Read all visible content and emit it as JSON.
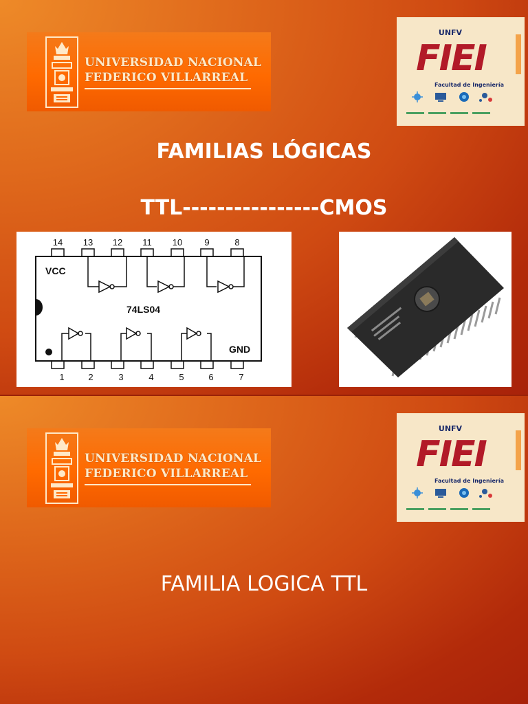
{
  "slide1": {
    "university": {
      "line1": "UNIVERSIDAD NACIONAL",
      "line2": "FEDERICO VILLARREAL"
    },
    "fiei": {
      "top": "UNFV",
      "name": "FIEI",
      "subtitle": "Facultad de Ingeniería"
    },
    "title": "FAMILIAS LÓGICAS",
    "subtitle": "TTL----------------CMOS",
    "diagram": {
      "top_pins": [
        "14",
        "13",
        "12",
        "11",
        "10",
        "9",
        "8"
      ],
      "bottom_pins": [
        "1",
        "2",
        "3",
        "4",
        "5",
        "6",
        "7"
      ],
      "vcc_label": "VCC",
      "gnd_label": "GND",
      "chip_label": "74LS04"
    }
  },
  "slide2": {
    "university": {
      "line1": "UNIVERSIDAD NACIONAL",
      "line2": "FEDERICO VILLARREAL"
    },
    "fiei": {
      "top": "UNFV",
      "name": "FIEI",
      "subtitle": "Facultad de Ingeniería"
    },
    "title": "FAMILIA LOGICA TTL"
  },
  "colors": {
    "background": "#c8400e",
    "banner": "#ff6a00",
    "fiei_red": "#b21a28",
    "fiei_box": "#f7e7c8"
  }
}
